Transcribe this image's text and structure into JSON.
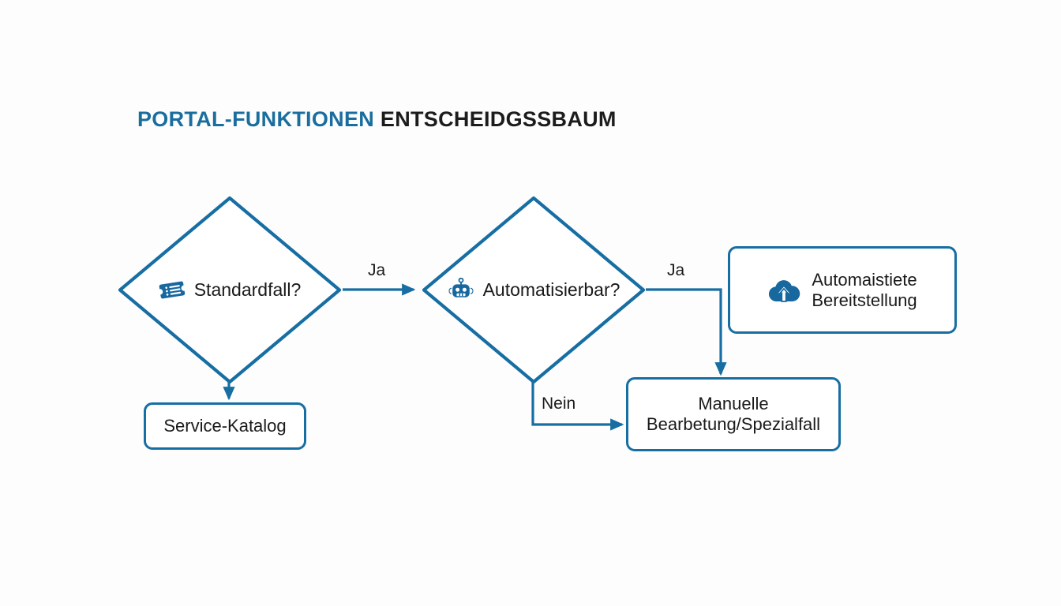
{
  "title": {
    "accent_text": "PORTAL-FUNKTIONEN",
    "dark_text": "ENTSCHEIDGSSBAUM"
  },
  "colors": {
    "stroke": "#176ea3",
    "title_accent": "#1a6e9e",
    "title_dark": "#1c1c1c",
    "icon_fill": "#16689f",
    "background": "#fdfdfd",
    "node_fill": "#ffffff",
    "text": "#1a1a1a"
  },
  "diagram": {
    "type": "flowchart",
    "nodes": [
      {
        "id": "standardfall",
        "shape": "diamond",
        "label": "Standardfall?",
        "icon": "ticket-icon"
      },
      {
        "id": "automatisierbar",
        "shape": "diamond",
        "label": "Automatisierbar?",
        "icon": "robot-icon"
      },
      {
        "id": "service-katalog",
        "shape": "rounded-rect",
        "label": "Service-Katalog",
        "icon": null
      },
      {
        "id": "automaistiete-bereitstellung",
        "shape": "rounded-rect",
        "label_line1": "Automaistiete",
        "label_line2": "Bereitstellung",
        "icon": "cloud-upload-icon"
      },
      {
        "id": "manuelle-bearbeitung",
        "shape": "rounded-rect",
        "label_line1": "Manuelle",
        "label_line2": "Bearbetung/Spezialfall",
        "icon": null
      }
    ],
    "edges": [
      {
        "id": "edge-standardfall-ja",
        "from": "standardfall",
        "to": "automatisierbar",
        "label": "Ja"
      },
      {
        "id": "edge-standardfall-down",
        "from": "standardfall",
        "to": "service-katalog",
        "label": ""
      },
      {
        "id": "edge-automatisierbar-ja",
        "from": "automatisierbar",
        "to": "manuelle-bearbeitung",
        "label": "Ja"
      },
      {
        "id": "edge-automatisierbar-nein",
        "from": "automatisierbar",
        "to": "manuelle-bearbeitung",
        "label": "Nein"
      }
    ]
  }
}
